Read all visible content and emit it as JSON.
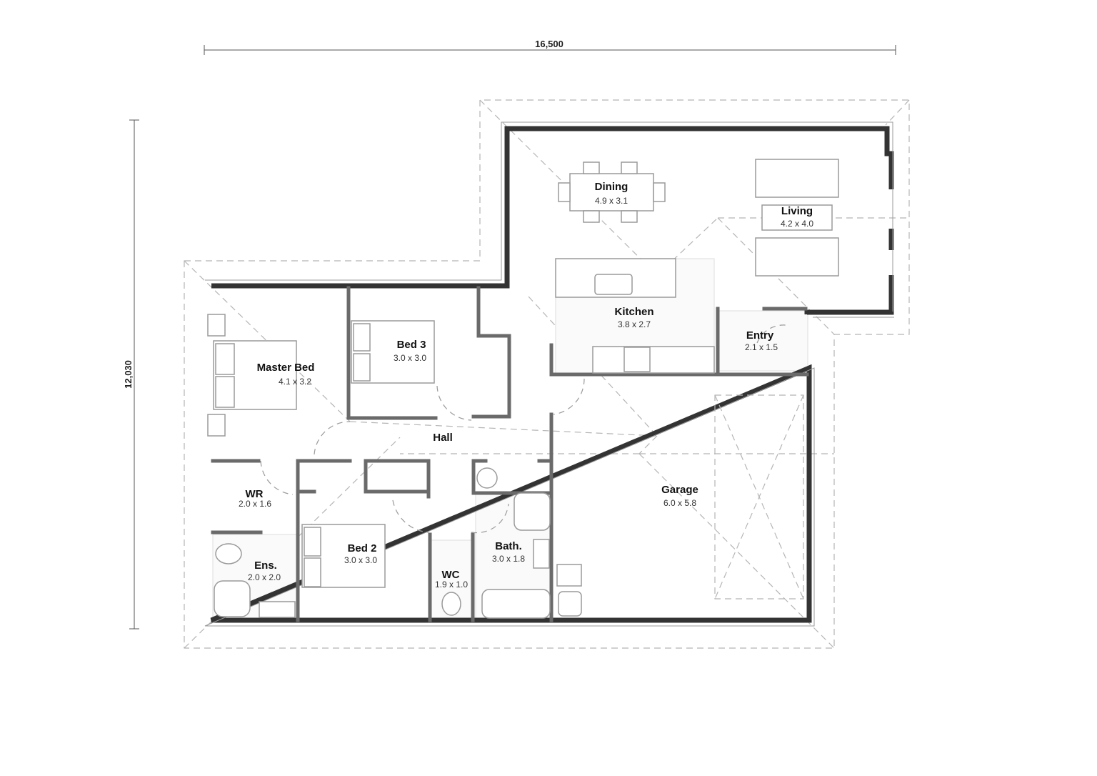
{
  "dimensions": {
    "width_label": "16,500",
    "depth_label": "12,030"
  },
  "rooms": {
    "master_bed": {
      "name": "Master Bed",
      "size": "4.1 x 3.2"
    },
    "bed3": {
      "name": "Bed 3",
      "size": "3.0 x 3.0"
    },
    "bed2": {
      "name": "Bed 2",
      "size": "3.0 x 3.0"
    },
    "hall": {
      "name": "Hall"
    },
    "wr": {
      "name": "WR",
      "size": "2.0 x 1.6"
    },
    "ens": {
      "name": "Ens.",
      "size": "2.0 x 2.0"
    },
    "wc": {
      "name": "WC",
      "size": "1.9 x 1.0"
    },
    "bath": {
      "name": "Bath.",
      "size": "3.0 x 1.8"
    },
    "dining": {
      "name": "Dining",
      "size": "4.9 x 3.1"
    },
    "living": {
      "name": "Living",
      "size": "4.2 x 4.0"
    },
    "kitchen": {
      "name": "Kitchen",
      "size": "3.8 x 2.7"
    },
    "entry": {
      "name": "Entry",
      "size": "2.1 x 1.5"
    },
    "garage": {
      "name": "Garage",
      "size": "6.0 x 5.8"
    }
  }
}
